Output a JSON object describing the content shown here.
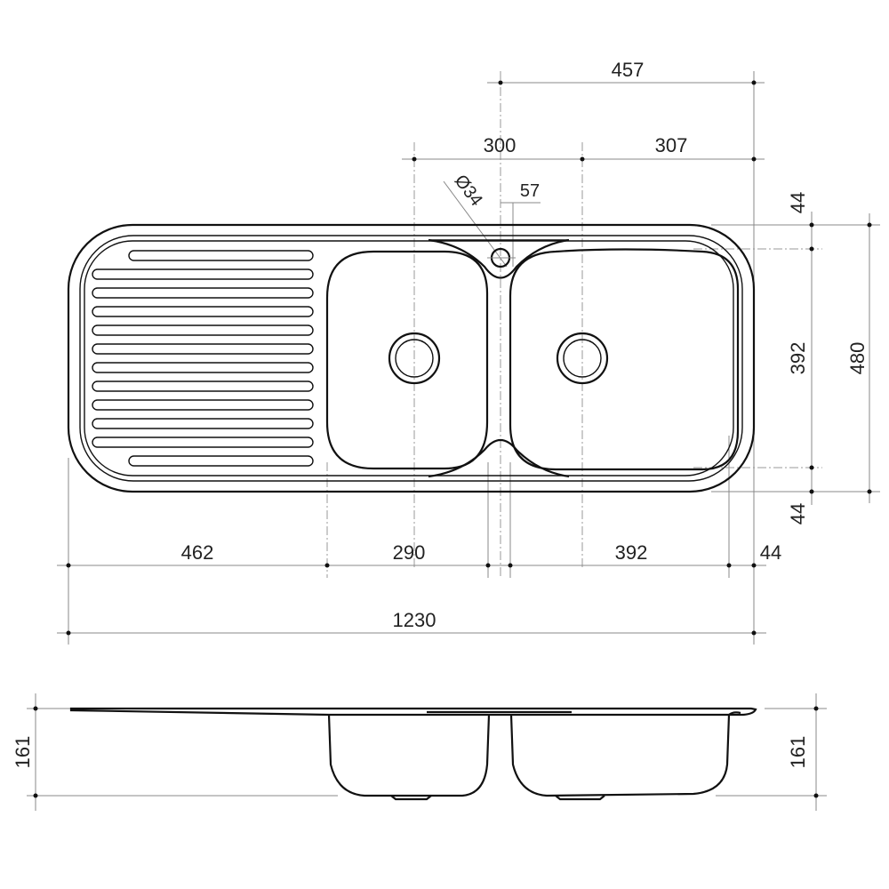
{
  "drawing": {
    "plan_dimensions": {
      "overall_tap_offset": "457",
      "bowl_centre_left": "300",
      "bowl_centre_right": "307",
      "tap_hole_diameter": "Ø34",
      "tap_hole_offset": "57",
      "rim_top": "44",
      "bowl_depth_plan": "392",
      "rim_bottom": "44",
      "overall_width": "480",
      "drainer_length": "462",
      "left_bowl_length": "290",
      "right_bowl_length": "392",
      "rim_right": "44",
      "overall_length": "1230"
    },
    "elevation_dimensions": {
      "depth_left": "161",
      "depth_right": "161"
    }
  }
}
